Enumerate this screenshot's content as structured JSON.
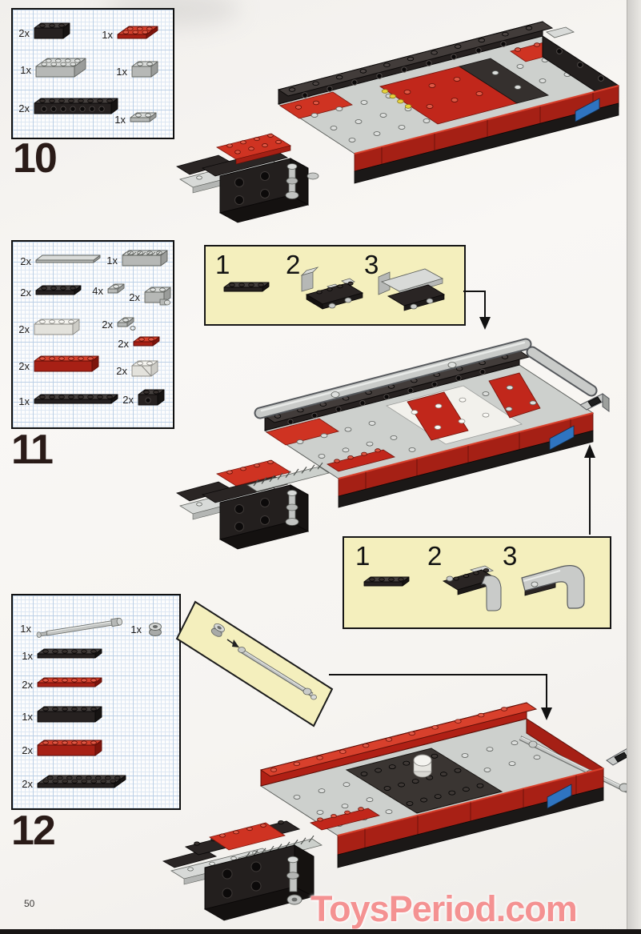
{
  "page": {
    "number": "50",
    "watermark": "ToysPeriod.com"
  },
  "colors": {
    "lego_red": "#c1271b",
    "lego_black": "#262120",
    "lego_gray": "#c9cbc9",
    "lego_white": "#f4f3ee",
    "lego_blue": "#2f74c0",
    "lego_yellow": "#e6d23e",
    "callout_bg": "#f4efbd",
    "grid_line": "#bcd0e6",
    "watermark_pink": "#f49292"
  },
  "steps": [
    {
      "number": "10",
      "parts": [
        {
          "qty": "2x",
          "part": "black 1x3 brick"
        },
        {
          "qty": "1x",
          "part": "red 2x3 plate"
        },
        {
          "qty": "1x",
          "part": "gray 2x4 brick"
        },
        {
          "qty": "1x",
          "part": "gray 1x2 brick"
        },
        {
          "qty": "2x",
          "part": "black 1x8 technic brick"
        },
        {
          "qty": "1x",
          "part": "gray 1x2 plate"
        }
      ]
    },
    {
      "number": "11",
      "callout_top": {
        "labels": [
          "1",
          "2",
          "3"
        ]
      },
      "callout_bottom": {
        "labels": [
          "1",
          "2",
          "3"
        ]
      },
      "parts": [
        {
          "qty": "2x",
          "part": "gray 1x6 wing tile"
        },
        {
          "qty": "1x",
          "part": "gray 1x4 grille brick"
        },
        {
          "qty": "2x",
          "part": "black 1x4 plate"
        },
        {
          "qty": "4x",
          "part": "gray 1x1 plate"
        },
        {
          "qty": "2x",
          "part": "gray engine block"
        },
        {
          "qty": "2x",
          "part": "white 1x4 brick"
        },
        {
          "qty": "2x",
          "part": "gray 1x1 clip plate"
        },
        {
          "qty": "2x",
          "part": "red 1x2 plate"
        },
        {
          "qty": "2x",
          "part": "red 1x6 brick"
        },
        {
          "qty": "2x",
          "part": "white 1x2 corner brick"
        },
        {
          "qty": "1x",
          "part": "black 1x8 plate"
        },
        {
          "qty": "2x",
          "part": "black 1x2 technic brick"
        }
      ]
    },
    {
      "number": "12",
      "parts": [
        {
          "qty": "1x",
          "part": "gray axle with stops"
        },
        {
          "qty": "1x",
          "part": "gray bush"
        },
        {
          "qty": "1x",
          "part": "black 1x6 plate"
        },
        {
          "qty": "2x",
          "part": "red 1x6 plate"
        },
        {
          "qty": "1x",
          "part": "black 1x6 brick"
        },
        {
          "qty": "2x",
          "part": "red 1x6 brick"
        },
        {
          "qty": "2x",
          "part": "black 2x8 plate"
        }
      ]
    }
  ]
}
